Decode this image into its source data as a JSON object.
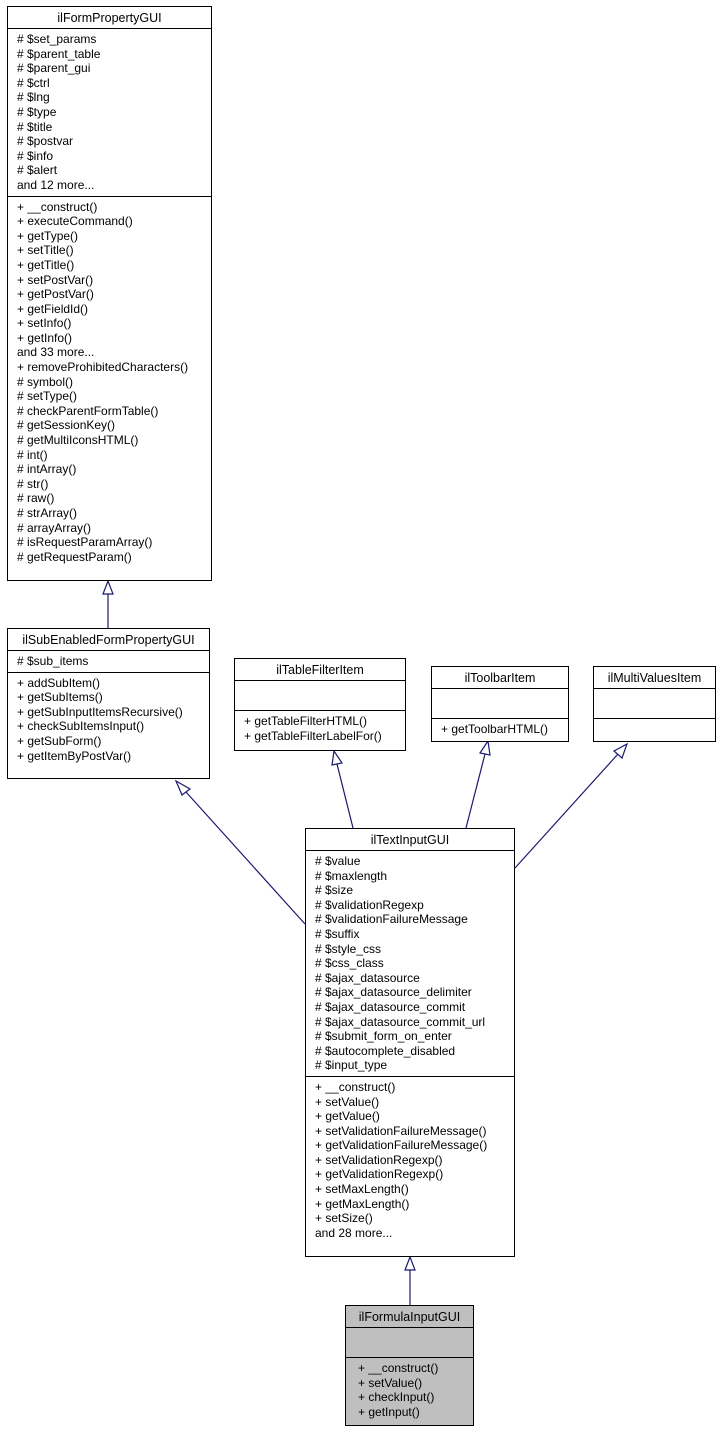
{
  "classes": {
    "form_property": {
      "name": "ilFormPropertyGUI",
      "attributes": [
        "# $set_params",
        "# $parent_table",
        "# $parent_gui",
        "# $ctrl",
        "# $lng",
        "# $type",
        "# $title",
        "# $postvar",
        "# $info",
        "# $alert",
        "and 12 more..."
      ],
      "methods": [
        "+ __construct()",
        "+ executeCommand()",
        "+ getType()",
        "+ setTitle()",
        "+ getTitle()",
        "+ setPostVar()",
        "+ getPostVar()",
        "+ getFieldId()",
        "+ setInfo()",
        "+ getInfo()",
        "and 33 more...",
        "+ removeProhibitedCharacters()",
        "# symbol()",
        "# setType()",
        "# checkParentFormTable()",
        "# getSessionKey()",
        "# getMultiIconsHTML()",
        "# int()",
        "# intArray()",
        "# str()",
        "# raw()",
        "# strArray()",
        "# arrayArray()",
        "# isRequestParamArray()",
        "# getRequestParam()"
      ]
    },
    "sub_enabled": {
      "name": "ilSubEnabledFormPropertyGUI",
      "attributes": [
        "# $sub_items"
      ],
      "methods": [
        "+ addSubItem()",
        "+ getSubItems()",
        "+ getSubInputItemsRecursive()",
        "+ checkSubItemsInput()",
        "+ getSubForm()",
        "+ getItemByPostVar()"
      ]
    },
    "table_filter": {
      "name": "ilTableFilterItem",
      "attributes": [],
      "methods": [
        "+ getTableFilterHTML()",
        "+ getTableFilterLabelFor()"
      ]
    },
    "toolbar_item": {
      "name": "ilToolbarItem",
      "attributes": [],
      "methods": [
        "+ getToolbarHTML()"
      ]
    },
    "multi_values": {
      "name": "ilMultiValuesItem",
      "attributes": [],
      "methods": []
    },
    "text_input": {
      "name": "ilTextInputGUI",
      "attributes": [
        "# $value",
        "# $maxlength",
        "# $size",
        "# $validationRegexp",
        "# $validationFailureMessage",
        "# $suffix",
        "# $style_css",
        "# $css_class",
        "# $ajax_datasource",
        "# $ajax_datasource_delimiter",
        "# $ajax_datasource_commit",
        "# $ajax_datasource_commit_url",
        "# $submit_form_on_enter",
        "# $autocomplete_disabled",
        "# $input_type"
      ],
      "methods": [
        "+ __construct()",
        "+ setValue()",
        "+ getValue()",
        "+ setValidationFailureMessage()",
        "+ getValidationFailureMessage()",
        "+ setValidationRegexp()",
        "+ getValidationRegexp()",
        "+ setMaxLength()",
        "+ getMaxLength()",
        "+ setSize()",
        "and 28 more..."
      ]
    },
    "formula_input": {
      "name": "ilFormulaInputGUI",
      "attributes": [],
      "methods": [
        "+ __construct()",
        "+ setValue()",
        "+ checkInput()",
        "+ getInput()"
      ]
    }
  },
  "inheritance": [
    {
      "child": "ilSubEnabledFormPropertyGUI",
      "parent": "ilFormPropertyGUI"
    },
    {
      "child": "ilTextInputGUI",
      "parent": "ilSubEnabledFormPropertyGUI"
    },
    {
      "child": "ilTextInputGUI",
      "parent": "ilTableFilterItem"
    },
    {
      "child": "ilTextInputGUI",
      "parent": "ilToolbarItem"
    },
    {
      "child": "ilTextInputGUI",
      "parent": "ilMultiValuesItem"
    },
    {
      "child": "ilFormulaInputGUI",
      "parent": "ilTextInputGUI"
    }
  ],
  "colors": {
    "edge": "#191970",
    "highlight_fill": "#bfbfbf",
    "box_border": "#000000"
  }
}
